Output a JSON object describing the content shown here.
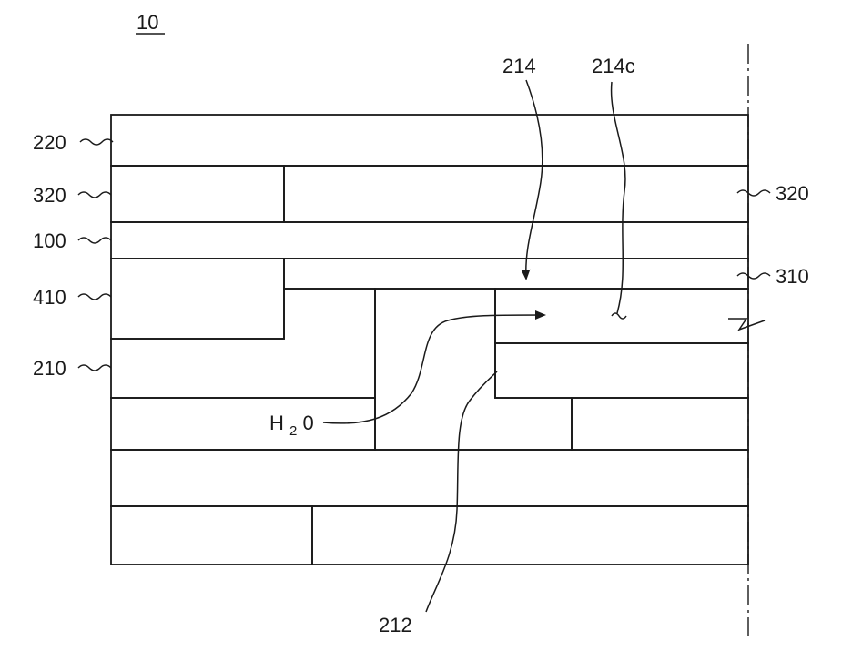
{
  "figure": {
    "number": "10",
    "reference_numerals": {
      "top_electrode_layer": "220",
      "sealing_layer_upper_left": "320",
      "sealing_layer_upper_right": "320",
      "base_substrate": "100",
      "adhesive_block": "410",
      "lower_electrode_layer": "210",
      "coating_layer": "310",
      "channel": "214",
      "channel_interior": "214c",
      "channel_opening": "212"
    },
    "moisture_label": {
      "prefix": "H",
      "subscript": "2",
      "suffix": "0"
    }
  },
  "colors": {
    "ink": "#1a1a1a",
    "paper": "#ffffff"
  }
}
